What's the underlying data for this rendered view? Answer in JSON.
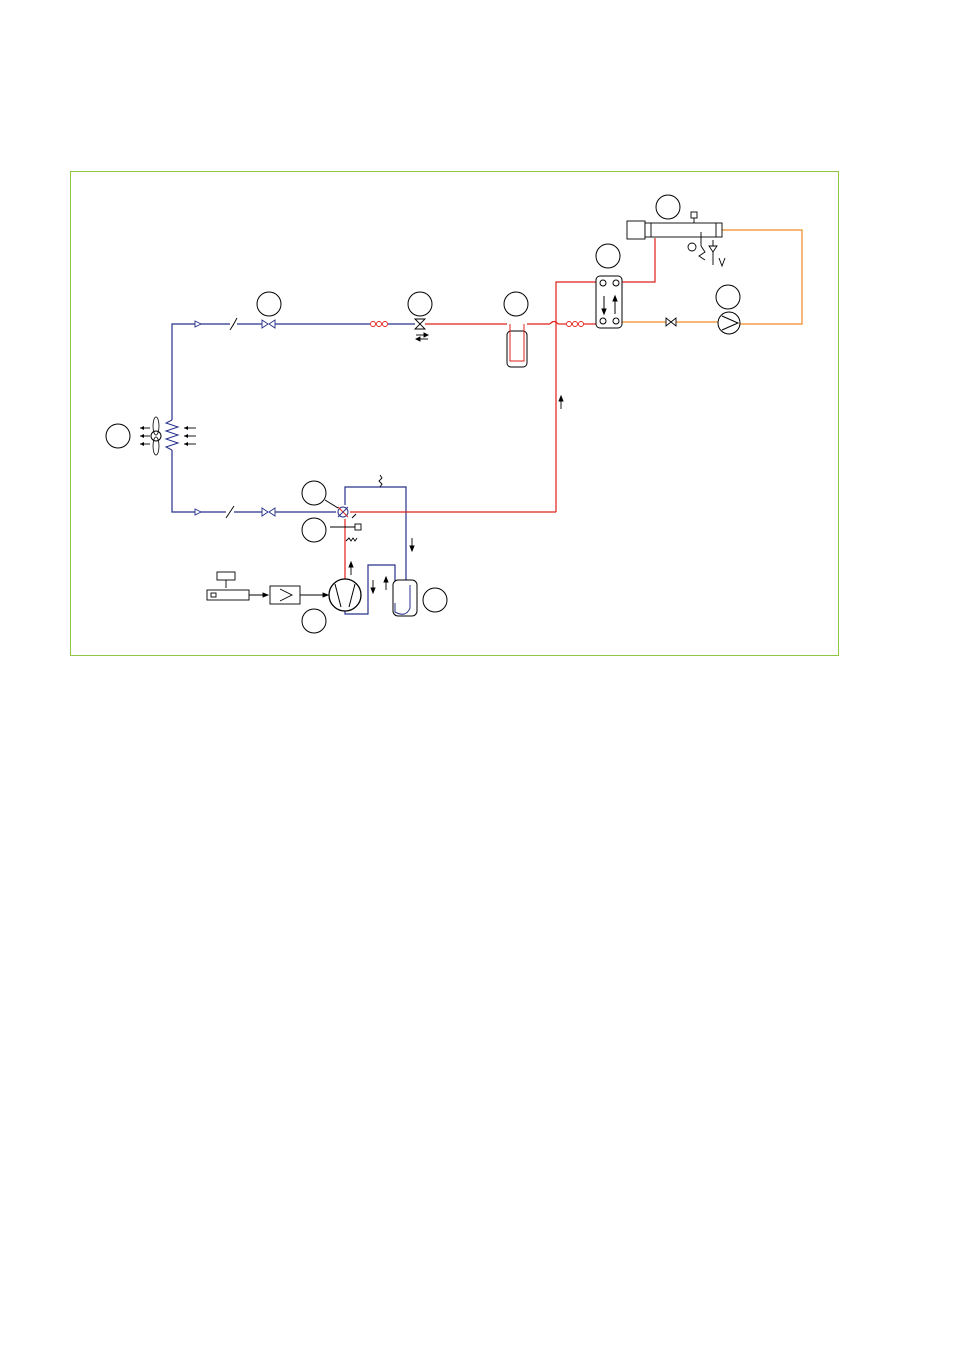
{
  "diagram": {
    "frame_color": "#8fc740",
    "colors": {
      "cold_line": "#27318b",
      "hot_line": "#e0201b",
      "water_line": "#f08a24",
      "outline": "#000000"
    },
    "components": [
      {
        "id": "air-coil-fan",
        "icon": "finned-coil-with-fan"
      },
      {
        "id": "four-way-valve",
        "icon": "reversing-valve"
      },
      {
        "id": "pressure-sensor",
        "icon": "sensor"
      },
      {
        "id": "compressor",
        "icon": "compressor"
      },
      {
        "id": "inverter-driver",
        "icon": "inverter"
      },
      {
        "id": "accumulator",
        "icon": "suction-accumulator"
      },
      {
        "id": "expansion-valve",
        "icon": "expansion-valve"
      },
      {
        "id": "receiver",
        "icon": "liquid-receiver"
      },
      {
        "id": "plate-heat-exchanger",
        "icon": "plate-heat-exchanger"
      },
      {
        "id": "electric-backup-heater",
        "icon": "heater-tank"
      },
      {
        "id": "water-pump",
        "icon": "circulation-pump"
      }
    ]
  }
}
